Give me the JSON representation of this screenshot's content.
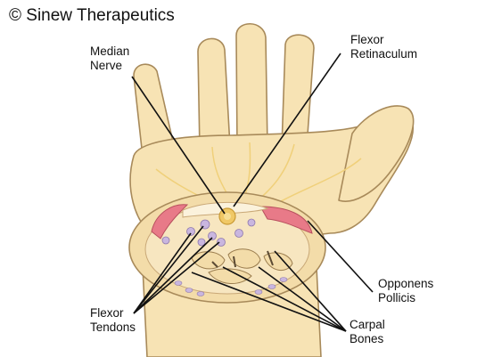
{
  "copyright": "© Sinew Therapeutics",
  "labels": {
    "median_nerve": "Median\nNerve",
    "flexor_retinaculum": "Flexor\nRetinaculum",
    "flexor_tendons": "Flexor\nTendons",
    "opponens_pollicis": "Opponens\nPollicis",
    "carpal_bones": "Carpal\nBones"
  },
  "colors": {
    "skin": "#f7e3b4",
    "skin_outline": "#a88a5a",
    "skin_shadow": "#ecd29a",
    "muscle": "#e87a88",
    "bone": "#f3dca9",
    "nerve": "#f0c866",
    "tendon": "#c9b6df",
    "leader": "#111111"
  }
}
